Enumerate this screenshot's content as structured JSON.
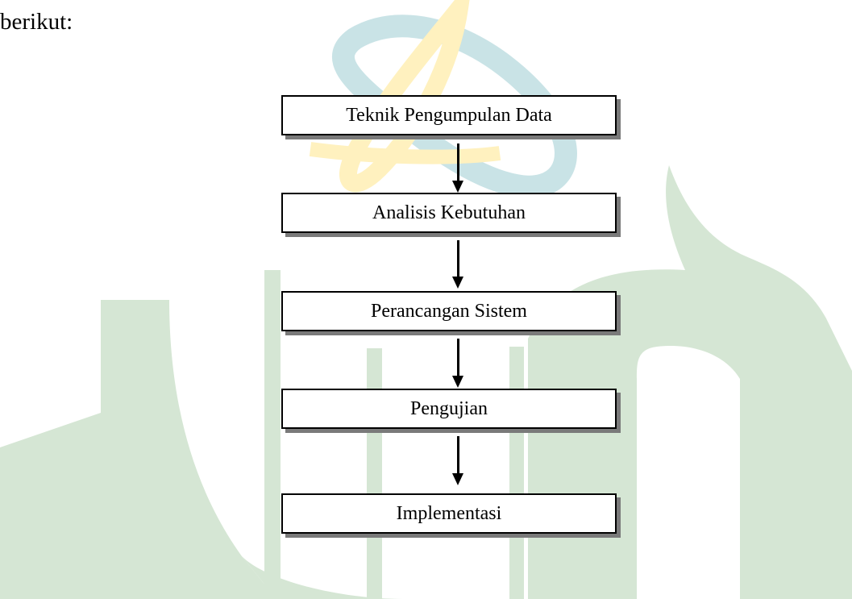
{
  "intro_text": "berikut:",
  "diagram": {
    "steps": [
      "Teknik Pengumpulan Data",
      "Analisis Kebutuhan",
      "Perancangan Sistem",
      "Pengujian",
      "Implementasi"
    ]
  },
  "watermark": {
    "green": "#d5e6d4",
    "yellow": "#fff1bf",
    "teal": "#c9e3e6"
  }
}
